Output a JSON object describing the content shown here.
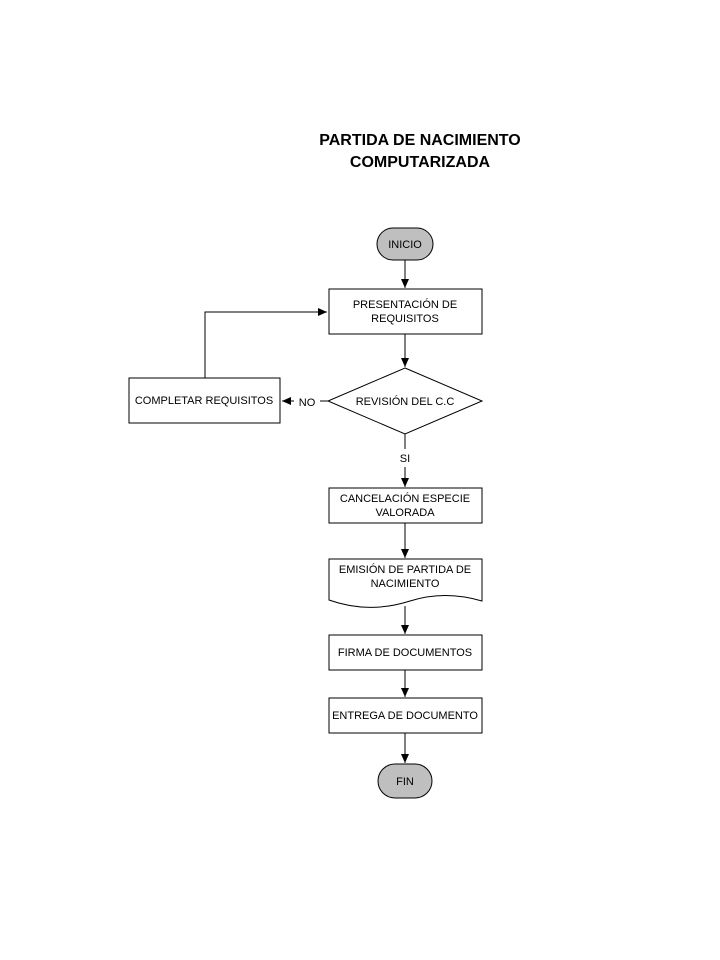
{
  "title": {
    "line1": "PARTIDA DE NACIMIENTO",
    "line2": "COMPUTARIZADA"
  },
  "flowchart": {
    "start": "INICIO",
    "presentacion": {
      "line1": "PRESENTACIÓN DE",
      "line2": "REQUISITOS"
    },
    "revision": "REVISIÓN DEL C.C",
    "completar": "COMPLETAR REQUISITOS",
    "no_label": "NO",
    "si_label": "SI",
    "cancelacion": {
      "line1": "CANCELACIÓN ESPECIE",
      "line2": "VALORADA"
    },
    "emision": {
      "line1": "EMISIÓN DE PARTIDA DE",
      "line2": "NACIMIENTO"
    },
    "firma": "FIRMA DE DOCUMENTOS",
    "entrega": "ENTREGA DE DOCUMENTO",
    "end": "FIN"
  },
  "colors": {
    "terminal_fill": "#bfbfbf",
    "stroke": "#000000"
  }
}
